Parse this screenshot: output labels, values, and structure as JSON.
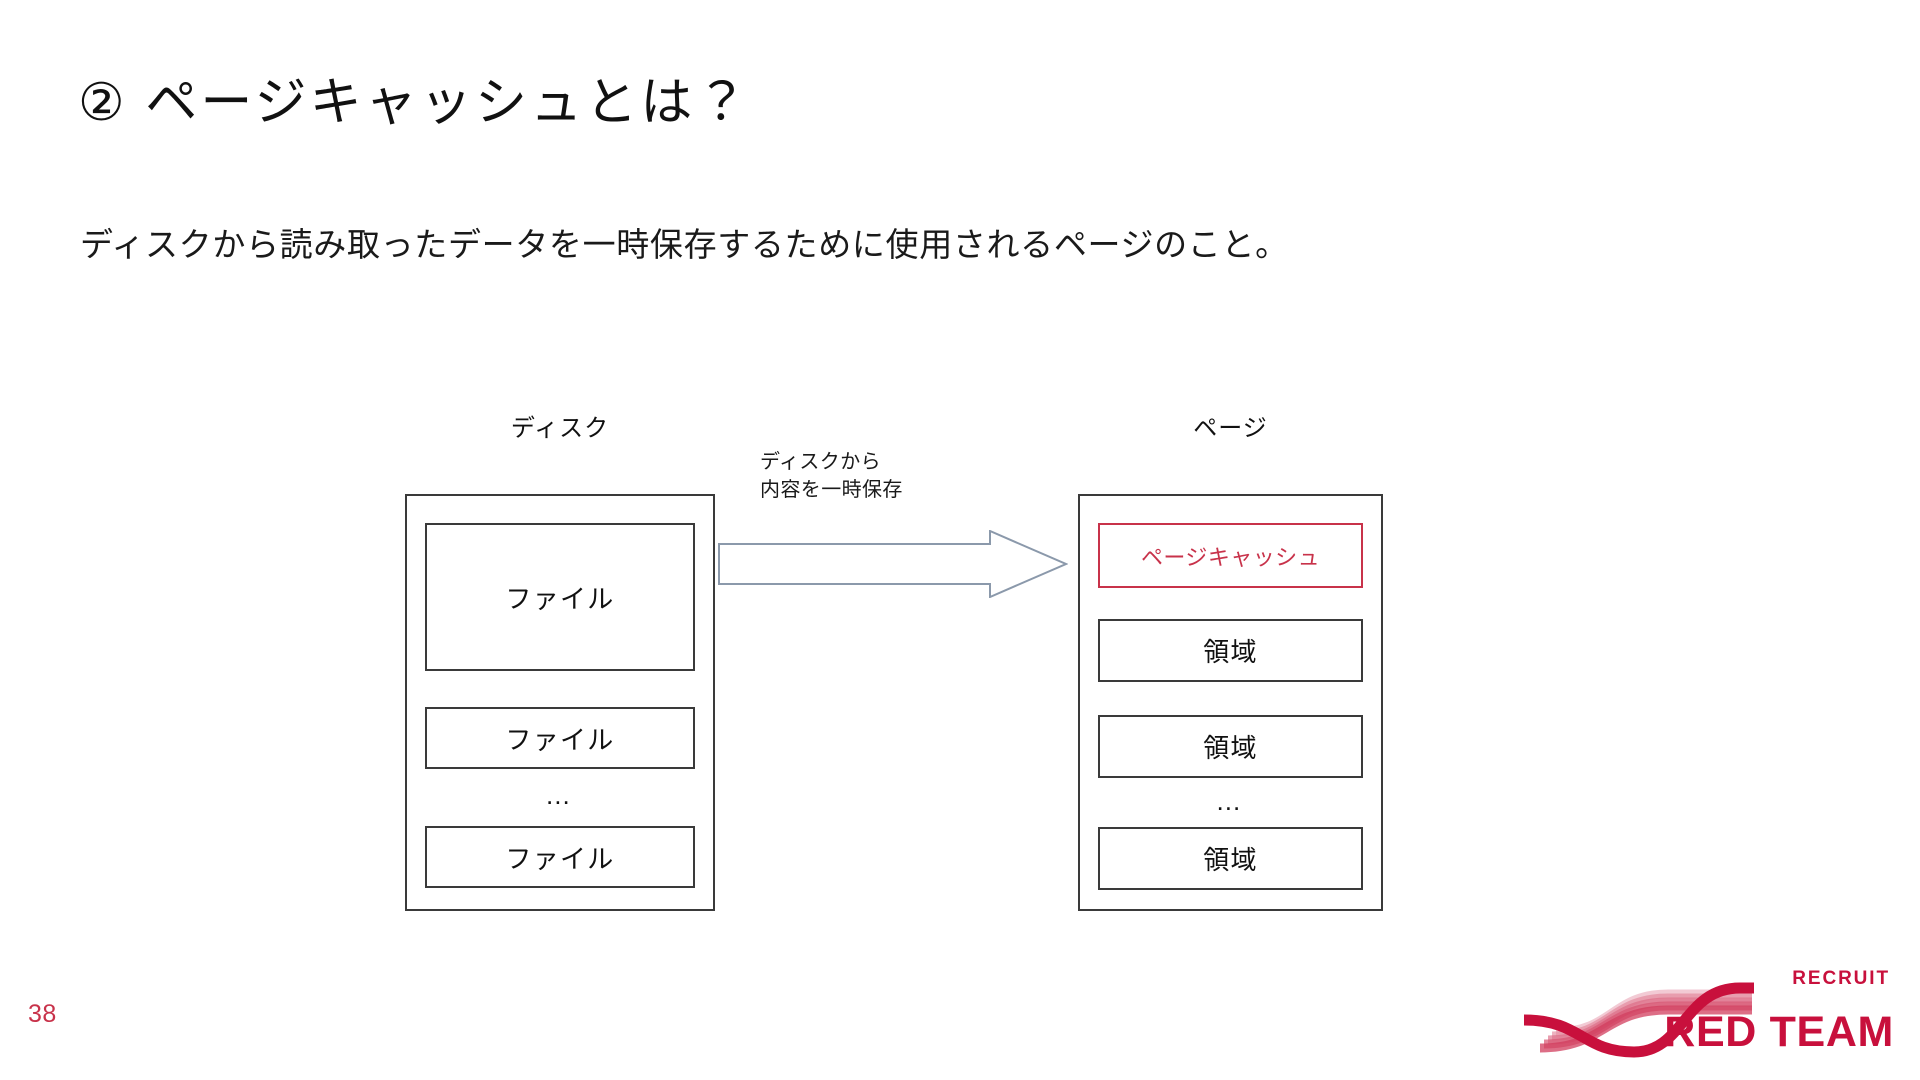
{
  "slide": {
    "title": "② ページキャッシュとは？",
    "subtitle": "ディスクから読み取ったデータを一時保存するために使用されるページのこと。",
    "page_number": "38",
    "background_color": "#ffffff",
    "accent_color": "#c8324a",
    "text_color": "#111111"
  },
  "diagram": {
    "type": "block-diagram",
    "arrow": {
      "label": "ディスクから\n内容を一時保存",
      "direction": "right",
      "fill": "#ffffff",
      "stroke": "#8b99ab"
    },
    "columns": [
      {
        "id": "disk",
        "label": "ディスク",
        "border_color": "#3a3a3a",
        "cells": [
          {
            "label": "ファイル",
            "style": "normal",
            "size": "large"
          },
          {
            "label": "ファイル",
            "style": "normal",
            "size": "small"
          },
          {
            "label": "…",
            "style": "ellipsis"
          },
          {
            "label": "ファイル",
            "style": "normal",
            "size": "small"
          }
        ]
      },
      {
        "id": "page",
        "label": "ページ",
        "border_color": "#3a3a3a",
        "cells": [
          {
            "label": "ページキャッシュ",
            "style": "highlight",
            "color": "#c8324a"
          },
          {
            "label": "領域",
            "style": "normal"
          },
          {
            "label": "領域",
            "style": "normal"
          },
          {
            "label": "…",
            "style": "ellipsis"
          },
          {
            "label": "領域",
            "style": "normal"
          }
        ]
      }
    ]
  },
  "logo": {
    "top_text": "RECRUIT",
    "main_text": "RED TEAM",
    "color": "#c8103c",
    "mark": "swoosh-ribbon"
  }
}
